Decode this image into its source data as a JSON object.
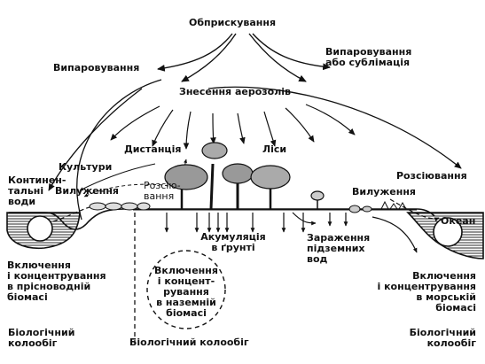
{
  "labels": {
    "spraying": "Обприскування",
    "evaporation_left": "Випаровування",
    "evaporation_right": [
      "Випаровування",
      "або сублімація"
    ],
    "aerosol": "Знесення аерозолів",
    "distance": "Дистанція",
    "forests": "Ліси",
    "cultures": "Культури",
    "continental_waters": [
      "Континен-",
      "тальні",
      "води"
    ],
    "leaching_left": "Вилуження",
    "dispersion_left": [
      "Розсію-",
      "вання"
    ],
    "dispersion_right": "Розсіювання",
    "leaching_right": "Вилуження",
    "ocean": "Океан",
    "soil_accumulation": [
      "Акумуляція",
      "в ґрунті"
    ],
    "groundwater": [
      "Зараження",
      "підземних",
      "вод"
    ],
    "freshwater_biomass": [
      "Включення",
      "і концентрування",
      "в прісноводній",
      "біомасі"
    ],
    "land_biomass": [
      "Включення",
      "і концент-",
      "рування",
      "в наземній",
      "біомасі"
    ],
    "marine_biomass": [
      "Включення",
      "і концентрування",
      "в морській",
      "біомасі"
    ],
    "bio_cycle_left": [
      "Біологічний",
      "колообіг"
    ],
    "bio_cycle_center": "Біологічний колообіг",
    "bio_cycle_right": [
      "Біологічний",
      "колообіг"
    ]
  }
}
